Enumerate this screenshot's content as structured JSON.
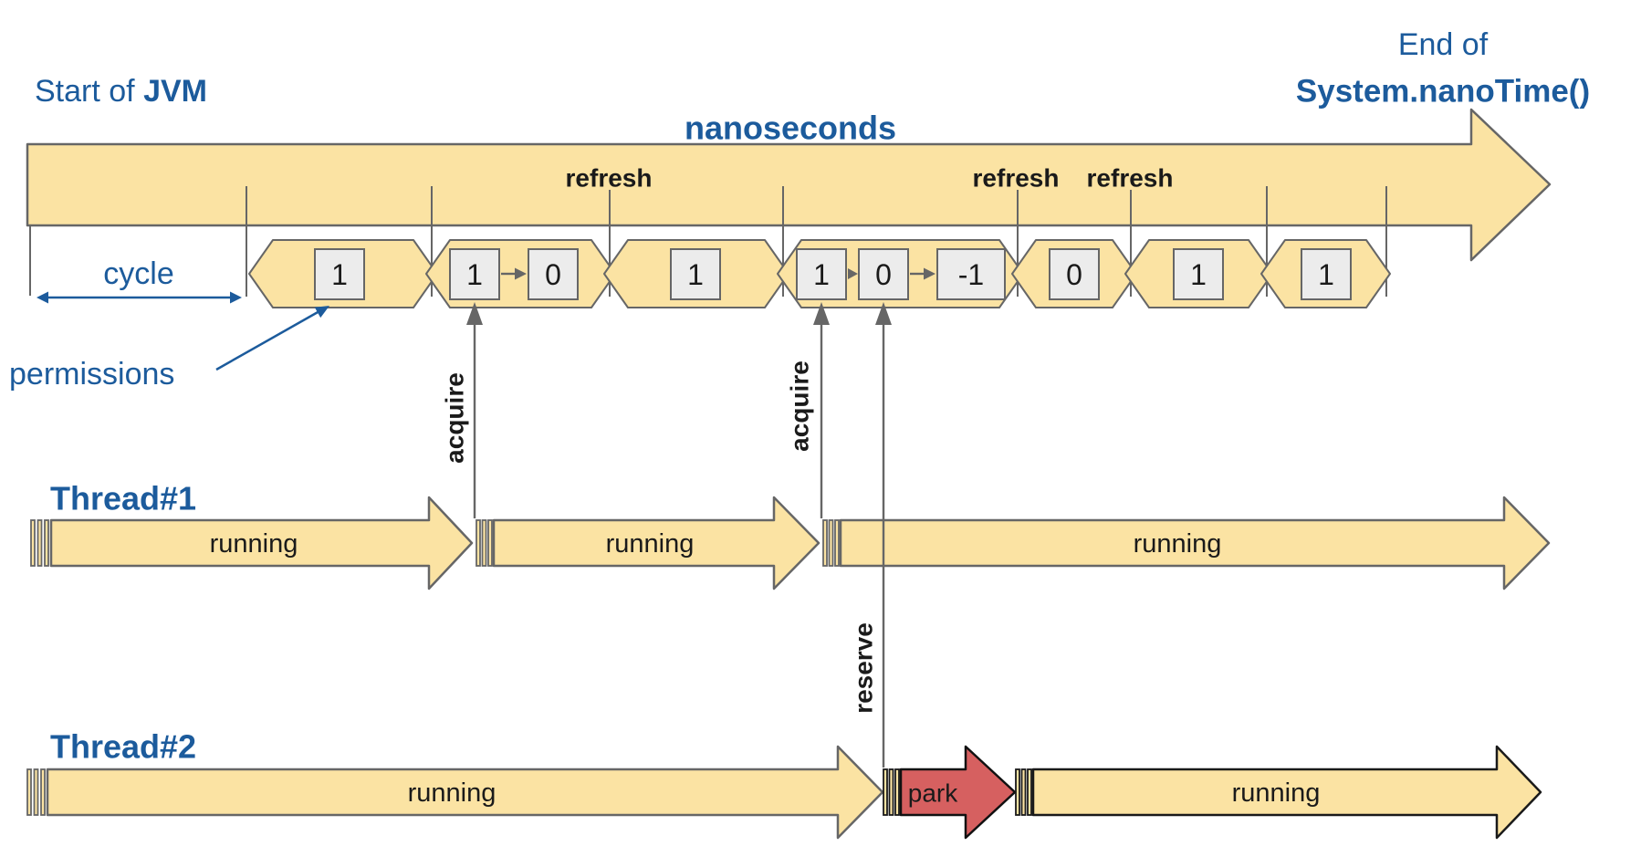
{
  "colors": {
    "timeline_fill": "#fbe3a3",
    "outline_gray": "#666666",
    "accent_blue": "#1c5b9c",
    "permission_box_fill": "#ececec",
    "park_fill": "#d66060",
    "park_outline": "#111111",
    "text_black": "#1a1a1a"
  },
  "titles": {
    "start_prefix": "Start of ",
    "start_bold": "JVM",
    "end_line1": "End of",
    "end_line2": "System.nanoTime()"
  },
  "timeline": {
    "axis_label": "nanoseconds",
    "refresh_label": "refresh",
    "cycle_label": "cycle",
    "permissions_label": "permissions",
    "cycles": [
      {
        "values": [
          "1"
        ]
      },
      {
        "values": [
          "1",
          "0"
        ]
      },
      {
        "values": [
          "1"
        ]
      },
      {
        "values": [
          "1",
          "0",
          "-1"
        ]
      },
      {
        "values": [
          "0"
        ]
      },
      {
        "values": [
          "1"
        ]
      },
      {
        "values": [
          "1"
        ]
      }
    ]
  },
  "annotations": {
    "acquire_label": "acquire",
    "reserve_label": "reserve"
  },
  "threads": [
    {
      "name": "Thread#1",
      "segments": [
        "running",
        "running",
        "running"
      ]
    },
    {
      "name": "Thread#2",
      "segments": [
        "running",
        "park",
        "running"
      ]
    }
  ]
}
